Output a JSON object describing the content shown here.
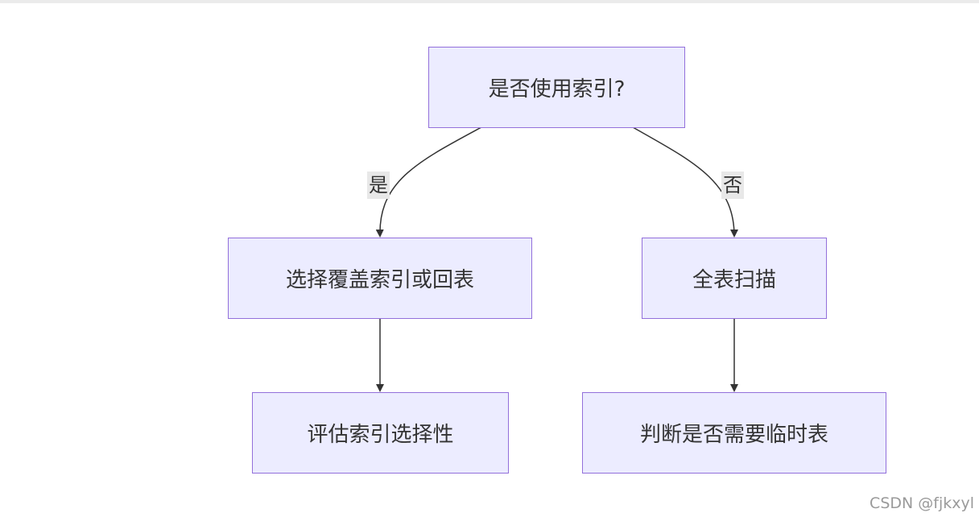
{
  "diagram": {
    "nodes": {
      "root": "是否使用索引?",
      "left": "选择覆盖索引或回表",
      "right": "全表扫描",
      "left_child": "评估索引选择性",
      "right_child": "判断是否需要临时表"
    },
    "edge_labels": {
      "yes": "是",
      "no": "否"
    },
    "colors": {
      "node_fill": "#ececff",
      "node_border": "#9370db",
      "edge": "#333333",
      "label_bg": "#e8e8e8"
    }
  },
  "watermark": "CSDN @fjkxyl"
}
